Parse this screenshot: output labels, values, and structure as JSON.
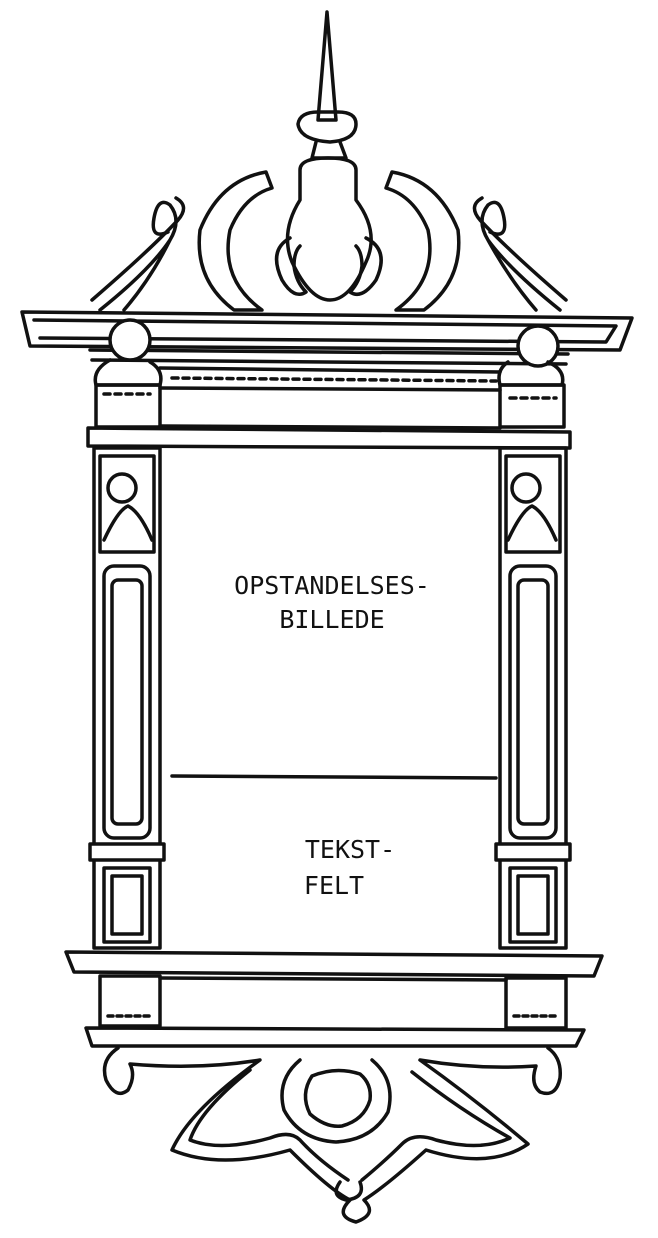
{
  "drawing": {
    "upper_panel_label": [
      "OPSTANDELSES-",
      "BILLEDE"
    ],
    "lower_panel_label": [
      "TEKST-",
      "FELT"
    ]
  }
}
